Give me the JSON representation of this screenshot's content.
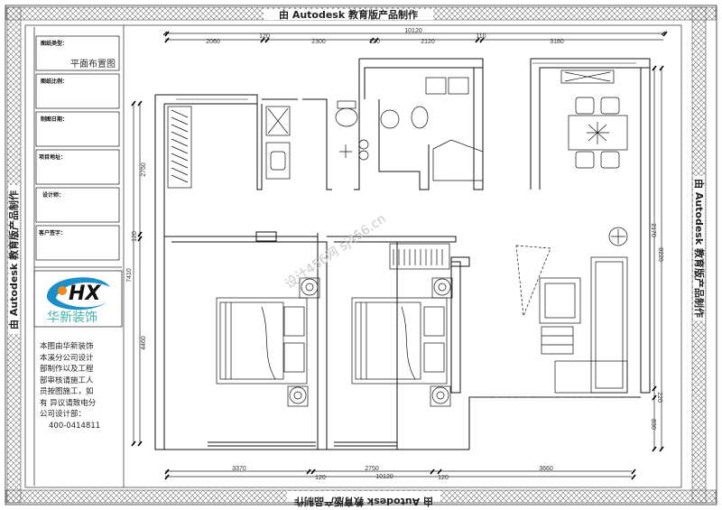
{
  "banner": {
    "top": "由 Autodesk 教育版产品制作",
    "bottom": "由 Autodesk 教育版产品制作",
    "left": "由 Autodesk 教育版产品制作",
    "right": "由 Autodesk 教育版产品制作"
  },
  "title_block": {
    "fields": [
      {
        "label": "图纸类型：",
        "value": "平面布置图"
      },
      {
        "label": "图纸比例：",
        "value": ""
      },
      {
        "label": "制图日期：",
        "value": ""
      },
      {
        "label": "项目地址：",
        "value": ""
      },
      {
        "label": "设计师：",
        "value": ""
      },
      {
        "label": "客户签字：",
        "value": ""
      }
    ],
    "logo": {
      "mark": "HX",
      "name": "华新装饰",
      "colors": {
        "blue": "#1a8fc8",
        "orange": "#f08a1c",
        "teal": "#3bb3a8"
      }
    },
    "note_lines": [
      "本图由华新装饰",
      "本溪分公司设计",
      "部制作以及工程",
      "部审核请施工人",
      "员按图施工，如",
      "有 异议请致电分",
      "公司设计部："
    ],
    "phone": "400-0414811"
  },
  "dimensions": {
    "top_segments": [
      "2060",
      "120",
      "2300",
      "120",
      "2120",
      "110",
      "3180"
    ],
    "top_total": "10120",
    "bottom_segments": [
      "3370",
      "2750",
      "3660"
    ],
    "bottom_small": [
      "120",
      "120"
    ],
    "bottom_total": "10120",
    "left_segments": [
      "2750",
      "120",
      "4460"
    ],
    "left_total": "7410",
    "right_segments": [
      "2170",
      "220",
      "830"
    ],
    "right_total": "8220"
  },
  "watermark": "设计456网 sj456.cn"
}
